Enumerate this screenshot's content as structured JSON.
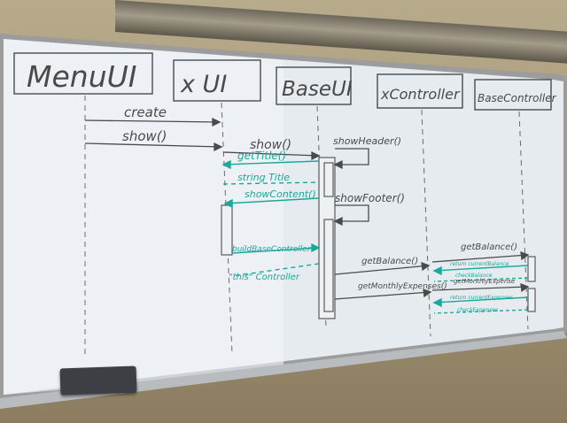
{
  "lifelines": [
    {
      "id": "menu",
      "label": "MenuUI"
    },
    {
      "id": "xui",
      "label": "x UI"
    },
    {
      "id": "base",
      "label": "BaseUI"
    },
    {
      "id": "xctl",
      "label": "xController"
    },
    {
      "id": "bctl",
      "label": "BaseController"
    }
  ],
  "messages": {
    "create": "create",
    "show1": "show()",
    "show2": "show()",
    "showHeader": "showHeader()",
    "getTitle": "getTitle()",
    "stringTitle": "string Title",
    "showContent": "showContent()",
    "showFooter": "showFooter()",
    "buildBaseController": "buildBaseController",
    "thisController": "\"this\" Controller",
    "getBalance1": "getBalance()",
    "getBalance2": "getBalance()",
    "getMonthlyExpenses": "getMonthlyExpenses()",
    "ret1": "return currentBalance",
    "ret2": "checkBalance",
    "getMonthlyExpense2": "getMonthlyExpense",
    "ret3": "return currentExpenses",
    "ret4": "checkExpenses"
  },
  "colors": {
    "marker_black": "#4a4a4a",
    "marker_teal": "#1aa89a",
    "board": "#e9eef2"
  }
}
